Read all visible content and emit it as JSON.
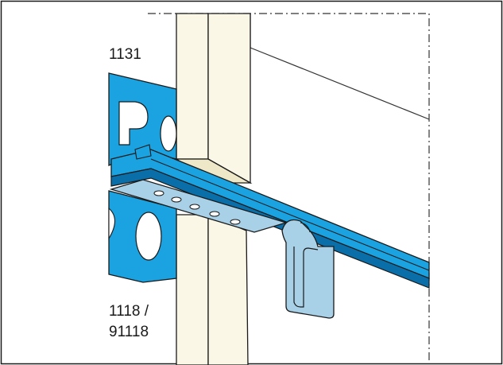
{
  "labels": {
    "top": "1131",
    "bottom_line1": "1118 /",
    "bottom_line2": "91118"
  },
  "colors": {
    "blue_part": "#1aa3e0",
    "blue_dark": "#0a6fa8",
    "light_part": "#a8d0e6",
    "post": "#fbf7e6",
    "post_shade": "#efe8c8",
    "outline": "#1a1a1a",
    "border": "#1a1a1a"
  },
  "icons": {
    "hook": "clip-hook-icon"
  }
}
